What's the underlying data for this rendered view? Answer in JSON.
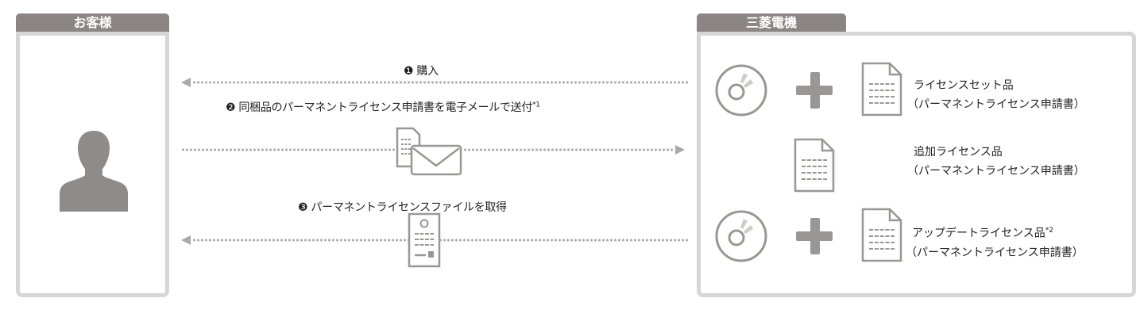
{
  "customer": {
    "title": "お客様"
  },
  "mitsubishi": {
    "title": "三菱電機"
  },
  "steps": [
    {
      "num": "❶",
      "text": "購入"
    },
    {
      "num": "❷",
      "text": "同梱品のパーマネントライセンス申請書を電子メールで送付",
      "note": "*1"
    },
    {
      "num": "❸",
      "text": "パーマネントライセンスファイルを取得"
    }
  ],
  "products": [
    {
      "name": "ライセンスセット品",
      "sub": "（パーマネントライセンス申請書）",
      "note": ""
    },
    {
      "name": "追加ライセンス品",
      "sub": "（パーマネントライセンス申請書）",
      "note": ""
    },
    {
      "name": "アップデートライセンス品",
      "sub": "（パーマネントライセンス申請書）",
      "note": "*2"
    }
  ],
  "colors": {
    "tab": "#8b8684",
    "border": "#d6d6d6",
    "icon": "#9a9694",
    "arrow": "#a9a9a9"
  }
}
